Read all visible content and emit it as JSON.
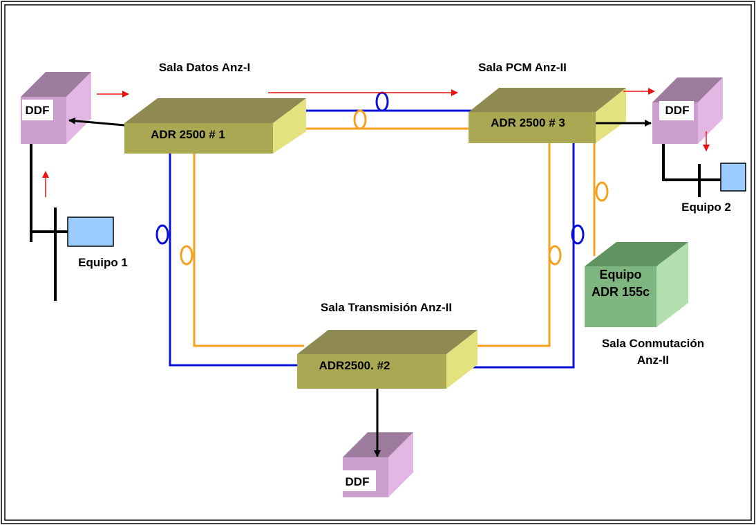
{
  "rooms": {
    "datos": "Sala Datos Anz-I",
    "pcm": "Sala PCM Anz-II",
    "transmision": "Sala Transmisión Anz-II",
    "conmutacion_line1": "Sala Conmutación",
    "conmutacion_line2": "Anz-II"
  },
  "nodes": {
    "adr1": "ADR 2500  # 1",
    "adr3": "ADR 2500  # 3",
    "adr2": "ADR2500.  #2",
    "ddf": "DDF",
    "equipo_adr_line1": "Equipo",
    "equipo_adr_line2": "ADR 155c",
    "equipo1": "Equipo 1",
    "equipo2": "Equipo 2"
  },
  "colors": {
    "blue_fiber": "#0A10D8",
    "orange_fiber": "#F5A01E",
    "red_arrow": "#EE1111",
    "adr_front": "#AAA853",
    "adr_top": "#8E8A52",
    "adr_side": "#E4E27E",
    "ddf_front": "#CBA0CF",
    "ddf_top": "#9E7C9D",
    "ddf_side": "#E3B7E4",
    "equipo_front": "#7FB57E",
    "equipo_top": "#5F9360",
    "equipo_side": "#B3DEAE",
    "terminal": "#9ACCFF"
  }
}
